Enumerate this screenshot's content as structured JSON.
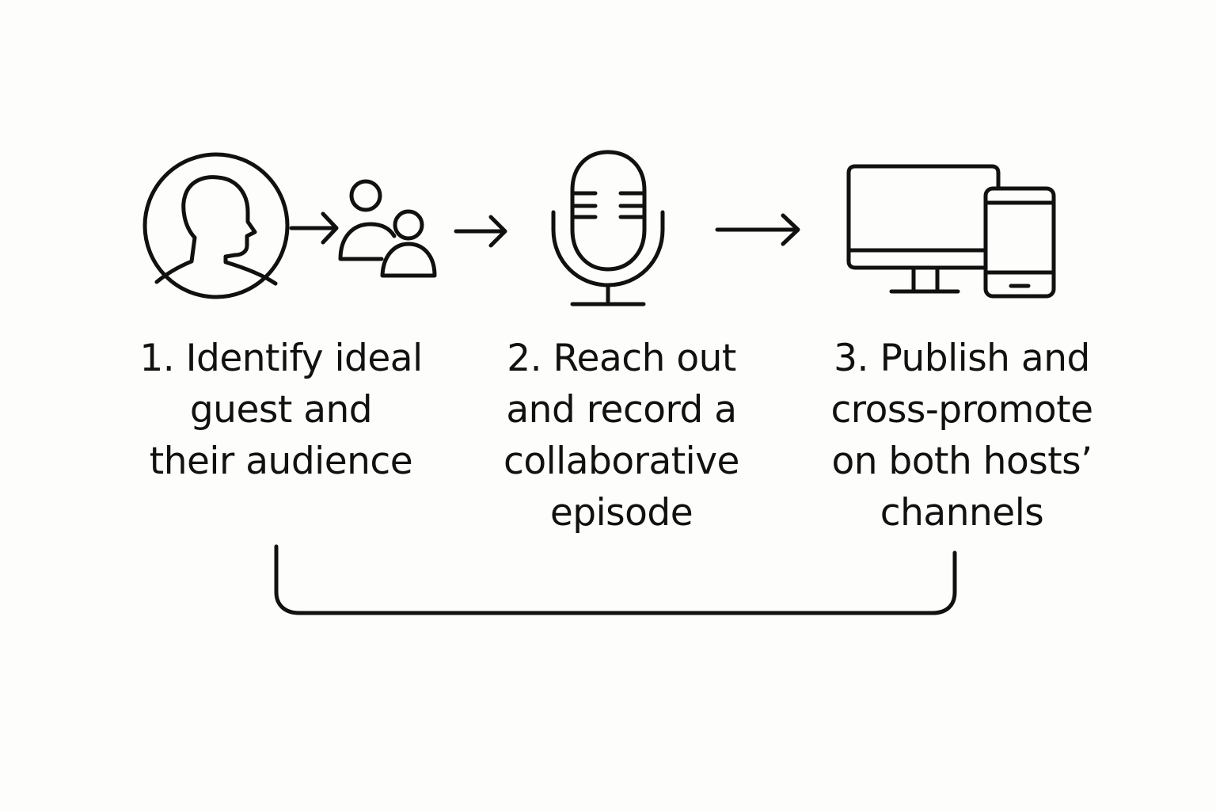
{
  "steps": [
    {
      "icon": "person-circle-icon",
      "lines": [
        "1. Identify ideal",
        "guest and",
        "their audience"
      ]
    },
    {
      "icon": "microphone-icon",
      "lines": [
        "2. Reach out",
        "and record a",
        "collaborative",
        "episode"
      ]
    },
    {
      "icon": "devices-icon",
      "lines": [
        "3. Publish and",
        "cross-promote",
        "on both hosts’",
        "channels"
      ]
    }
  ],
  "connectors": [
    "arrow-right-icon",
    "arrow-right-icon",
    "arrow-right-icon"
  ],
  "colors": {
    "background": "#fdfdfb",
    "ink": "#111111"
  }
}
